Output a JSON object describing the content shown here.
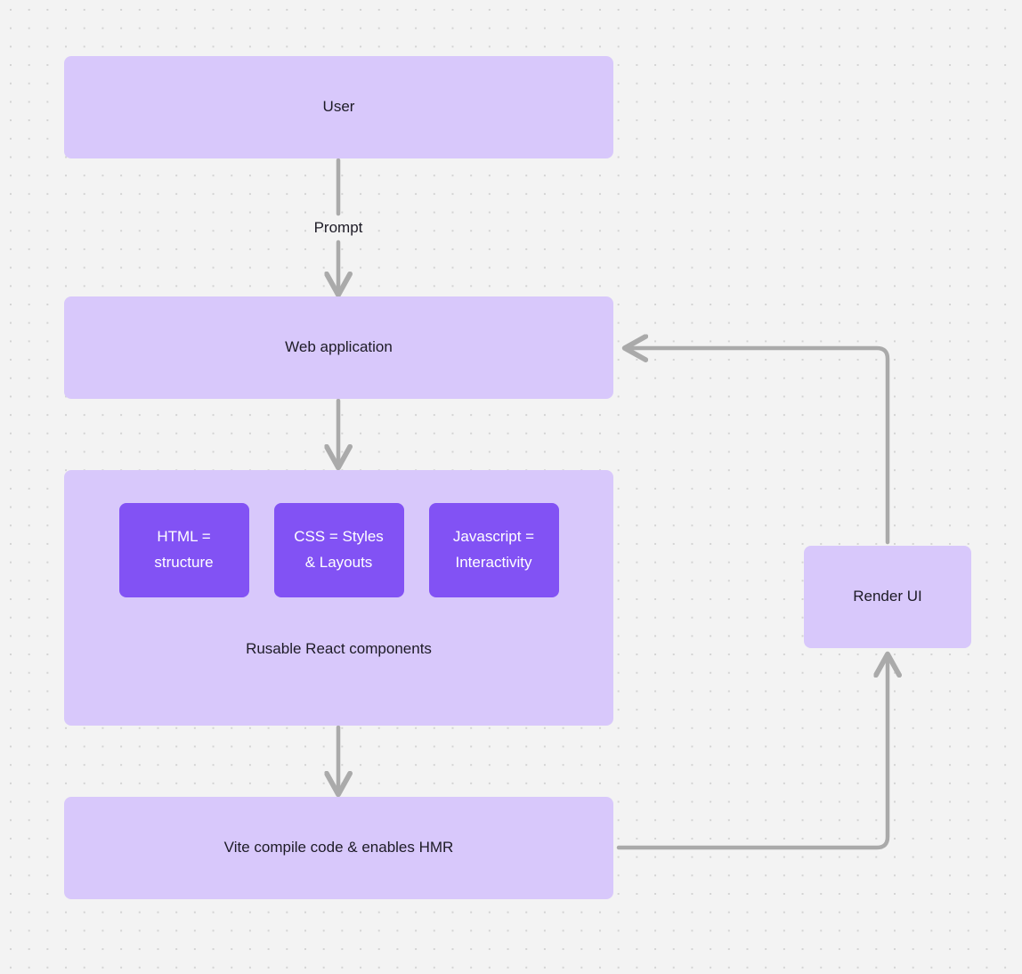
{
  "diagram": {
    "type": "flowchart",
    "title": "",
    "background_color": "#F3F3F3",
    "node_fill": "#D8C8FB",
    "inner_node_fill": "#8252F4",
    "edge_color": "#AAAAAA",
    "text_color": "#1D1B26",
    "nodes": {
      "user": {
        "label": "User"
      },
      "web_application": {
        "label": "Web application"
      },
      "react_container": {
        "caption": "Rusable React components",
        "children": [
          {
            "label": "HTML =\nstructure",
            "line1": "HTML =",
            "line2": "structure"
          },
          {
            "label": "CSS = Styles\n& Layouts",
            "line1": "CSS = Styles",
            "line2": "& Layouts"
          },
          {
            "label": "Javascript =\nInteractivity",
            "line1": "Javascript =",
            "line2": "Interactivity"
          }
        ]
      },
      "vite": {
        "label": "Vite compile code & enables HMR"
      },
      "render_ui": {
        "label": "Render UI"
      }
    },
    "edges": [
      {
        "from": "user",
        "to": "web_application",
        "label": "Prompt"
      },
      {
        "from": "web_application",
        "to": "react_container",
        "label": ""
      },
      {
        "from": "react_container",
        "to": "vite",
        "label": ""
      },
      {
        "from": "vite",
        "to": "render_ui",
        "label": ""
      },
      {
        "from": "render_ui",
        "to": "web_application",
        "label": ""
      }
    ]
  }
}
